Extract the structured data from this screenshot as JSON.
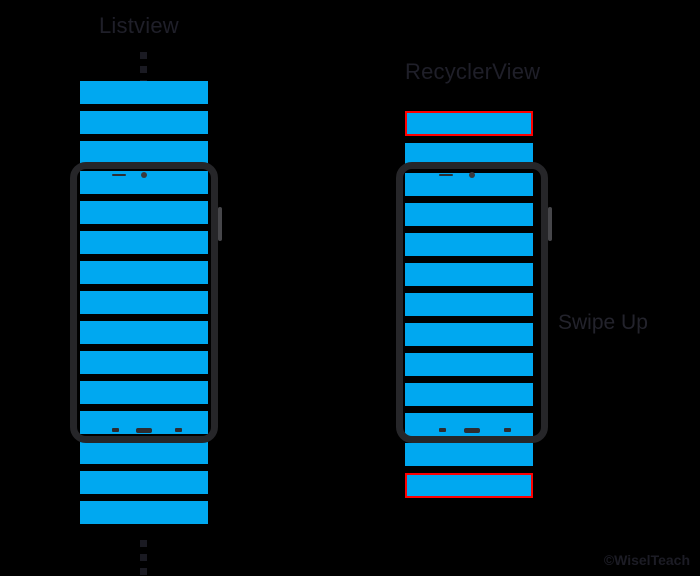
{
  "background_color": "#000000",
  "accent_color": "#00a8f0",
  "highlight_color": "#ff0000",
  "text_color": "#1f1f29",
  "labels": {
    "listview_title": "Listview",
    "recyclerview_title": "RecyclerView",
    "swipe_label": "Swipe Up",
    "watermark": "©WiselTeach"
  },
  "listview": {
    "item_count": 15,
    "items": [
      {
        "highlight": false
      },
      {
        "highlight": false
      },
      {
        "highlight": false
      },
      {
        "highlight": false
      },
      {
        "highlight": false
      },
      {
        "highlight": false
      },
      {
        "highlight": false
      },
      {
        "highlight": false
      },
      {
        "highlight": false
      },
      {
        "highlight": false
      },
      {
        "highlight": false
      },
      {
        "highlight": false
      },
      {
        "highlight": false
      },
      {
        "highlight": false
      },
      {
        "highlight": false
      }
    ],
    "ellipsis_top": [
      "dot",
      "dot",
      "dot"
    ],
    "ellipsis_bottom": [
      "dot",
      "dot",
      "dot"
    ]
  },
  "recyclerview": {
    "item_count": 13,
    "items": [
      {
        "highlight": true
      },
      {
        "highlight": false
      },
      {
        "highlight": false
      },
      {
        "highlight": false
      },
      {
        "highlight": false
      },
      {
        "highlight": false
      },
      {
        "highlight": false
      },
      {
        "highlight": false
      },
      {
        "highlight": false
      },
      {
        "highlight": false
      },
      {
        "highlight": false
      },
      {
        "highlight": false
      },
      {
        "highlight": true
      }
    ]
  },
  "phones": [
    {
      "name": "listview-phone"
    },
    {
      "name": "recyclerview-phone"
    }
  ]
}
